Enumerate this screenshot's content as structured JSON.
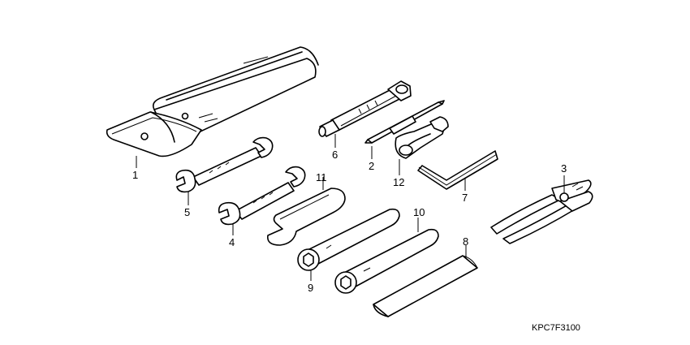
{
  "diagram_code": "KPC7F3100",
  "callouts": {
    "c1": "1",
    "c2": "2",
    "c3": "3",
    "c4": "4",
    "c5": "5",
    "c6": "6",
    "c7": "7",
    "c8": "8",
    "c9": "9",
    "c10": "10",
    "c11": "11",
    "c12": "12"
  }
}
